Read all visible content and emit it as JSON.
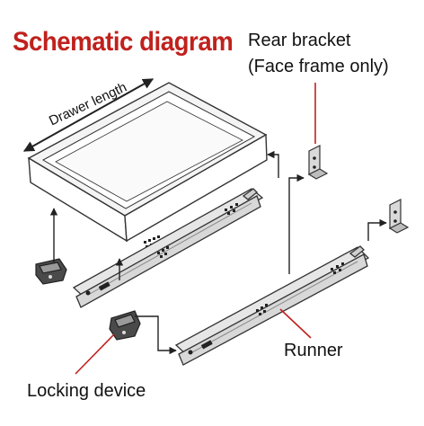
{
  "diagram": {
    "title": "Schematic diagram",
    "labels": {
      "drawer_length": "Drawer length",
      "rear_bracket_line1": "Rear bracket",
      "rear_bracket_line2": "(Face frame only)",
      "runner": "Runner",
      "locking_device": "Locking device"
    },
    "colors": {
      "title": "#c0211d",
      "leader_lines": "#c0211d",
      "drawing": "#333333",
      "metal": "#e6e6e6"
    }
  }
}
